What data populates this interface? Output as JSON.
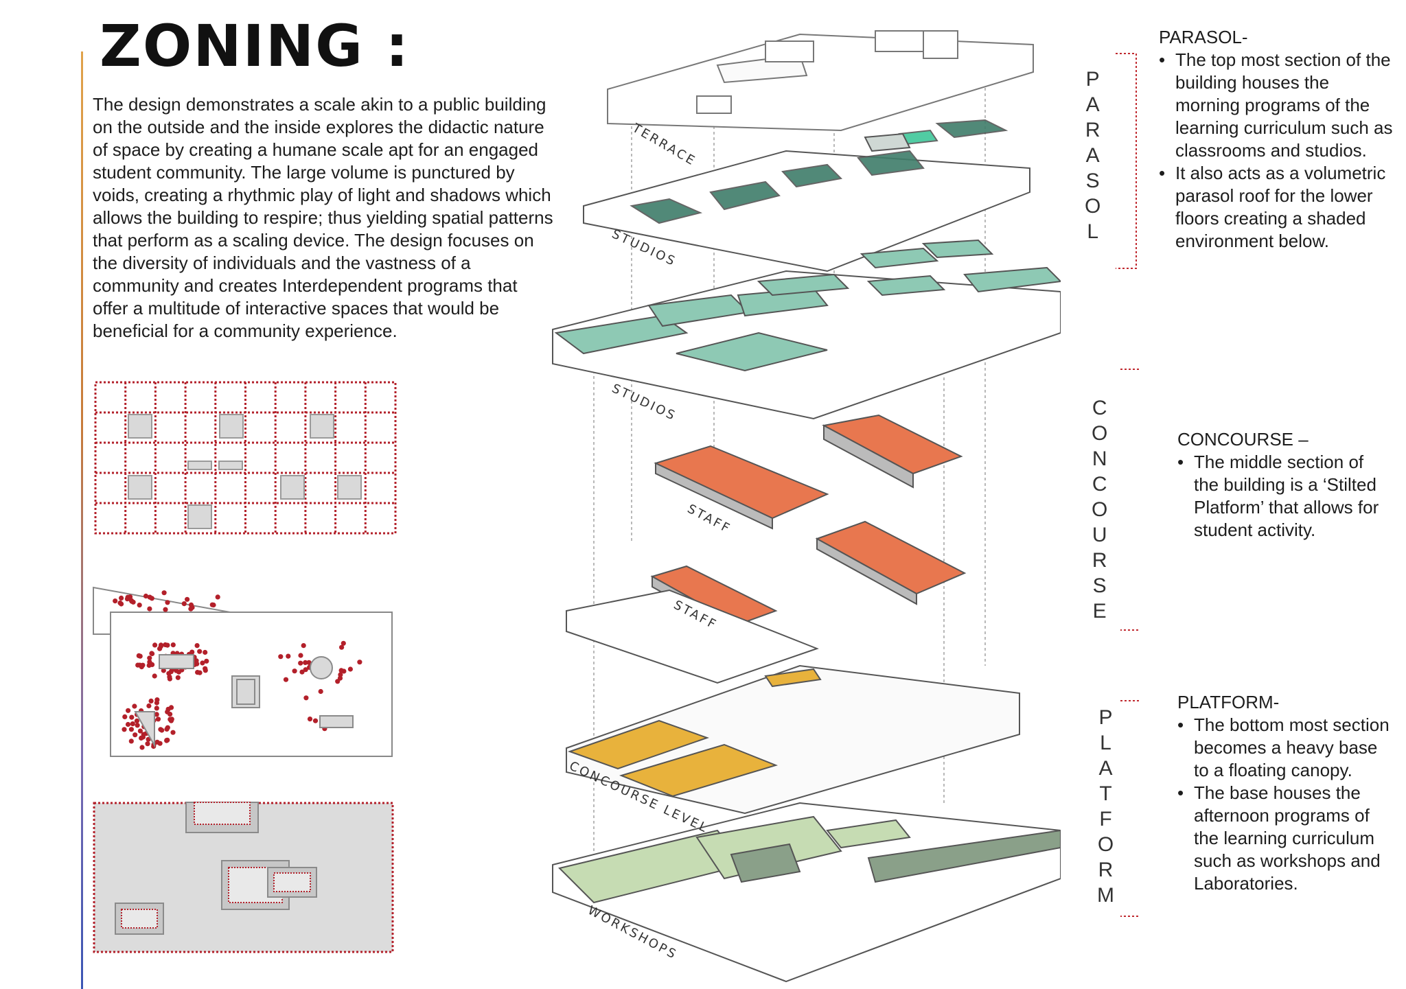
{
  "title": "ZONING :",
  "intro": "The design demonstrates a scale akin to a public building on the outside and the inside explores the didactic nature of space by creating a humane scale apt for an engaged student community. The large volume is punctured by voids, creating a rhythmic play of light and shadows which allows the building to respire; thus yielding spatial patterns that perform as a scaling device. The design focuses on the diversity of individuals and the vastness of a community and creates Interdependent programs that offer a multitude of interactive spaces that would be beneficial for a community experience.",
  "axo_labels": {
    "terrace": "TERRACE",
    "studios_upper": "STUDIOS",
    "studios_lower": "STUDIOS",
    "staff_upper": "STAFF",
    "staff_lower": "STAFF",
    "concourse_level": "CONCOURSE LEVEL",
    "workshops": "WORKSHOPS"
  },
  "zones": {
    "parasol": {
      "vertical": "PARASOL",
      "heading": "PARASOL-",
      "bullets": [
        "The top most section of the building houses the morning programs of the learning curriculum such as classrooms and studios.",
        "It also acts as a volumetric parasol roof for the lower floors creating a shaded environment below."
      ]
    },
    "concourse": {
      "vertical": "CONCOURSE",
      "heading": "CONCOURSE –",
      "bullets": [
        "The middle section of the building is a ‘Stilted Platform’ that allows for student activity."
      ]
    },
    "platform": {
      "vertical": "PLATFORM",
      "heading": "PLATFORM-",
      "bullets": [
        "The bottom most section becomes a heavy base to a floating canopy.",
        "The base houses the afternoon programs of the learning curriculum such as workshops and Laboratories."
      ]
    }
  },
  "colors": {
    "parasol": "#3f7d6a",
    "parasol_light": "#8ec9b4",
    "concourse": "#e8774f",
    "platform_yellow": "#e8b23c",
    "platform_green": "#c6dcb3",
    "bracket": "#c0282e",
    "dot": "#b3202a",
    "block": "#d9d9d9"
  }
}
